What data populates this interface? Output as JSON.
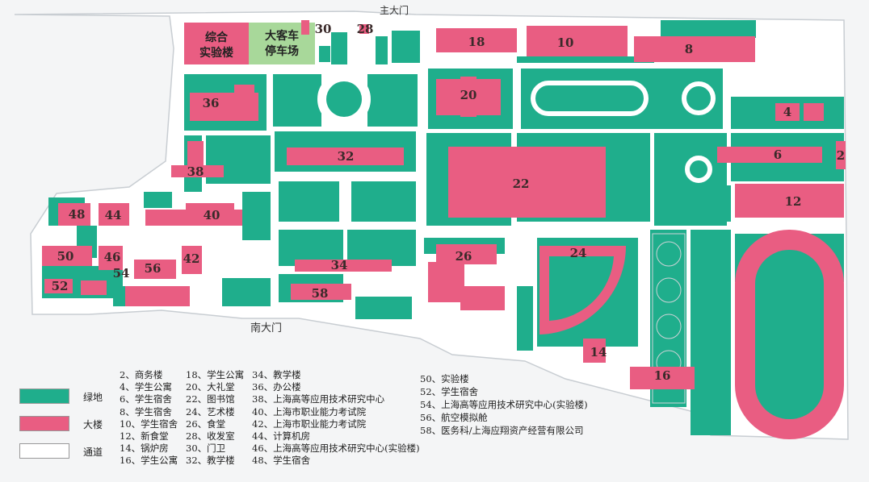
{
  "colors": {
    "green": "#1fae8c",
    "pink": "#e95d82",
    "road": "#ffffff",
    "highlight": "#a8d89a",
    "outline": "#cfd4d8"
  },
  "gates": {
    "main": "主大门",
    "south": "南大门"
  },
  "highlight_buildings": {
    "lab": [
      "综合",
      "实验楼"
    ],
    "parking": [
      "大客车",
      "停车场"
    ]
  },
  "building_numbers": [
    "2",
    "4",
    "6",
    "8",
    "10",
    "12",
    "14",
    "16",
    "18",
    "20",
    "22",
    "24",
    "26",
    "28",
    "30",
    "32",
    "34",
    "36",
    "38",
    "40",
    "42",
    "44",
    "46",
    "48",
    "50",
    "52",
    "54",
    "56",
    "58"
  ],
  "legend": [
    {
      "label": "绿地",
      "kind": "green"
    },
    {
      "label": "大楼",
      "kind": "pink"
    },
    {
      "label": "通道",
      "kind": "road"
    }
  ],
  "directory_col1": [
    "2、商务楼",
    "4、学生公寓",
    "6、学生宿舍",
    "8、学生宿舍",
    "10、学生宿舍",
    "12、新食堂",
    "14、锅炉房",
    "16、学生公寓"
  ],
  "directory_col2": [
    "18、学生公寓",
    "20、大礼堂",
    "22、图书馆",
    "24、艺术楼",
    "26、食堂",
    "28、收发室",
    "30、门卫",
    "32、教学楼"
  ],
  "directory_col3": [
    "34、教学楼",
    "36、办公楼",
    "38、上海高等应用技术研究中心",
    "40、上海市职业能力考试院",
    "42、上海市职业能力考试院",
    "44、计算机房",
    "46、上海高等应用技术研究中心(实验楼)",
    "48、学生宿舍"
  ],
  "directory_col4": [
    "50、实验楼",
    "52、学生宿舍",
    "54、上海高等应用技术研究中心(实验楼)",
    "56、航空模拟舱",
    "58、医务科/上海应翔资产经营有限公司"
  ]
}
